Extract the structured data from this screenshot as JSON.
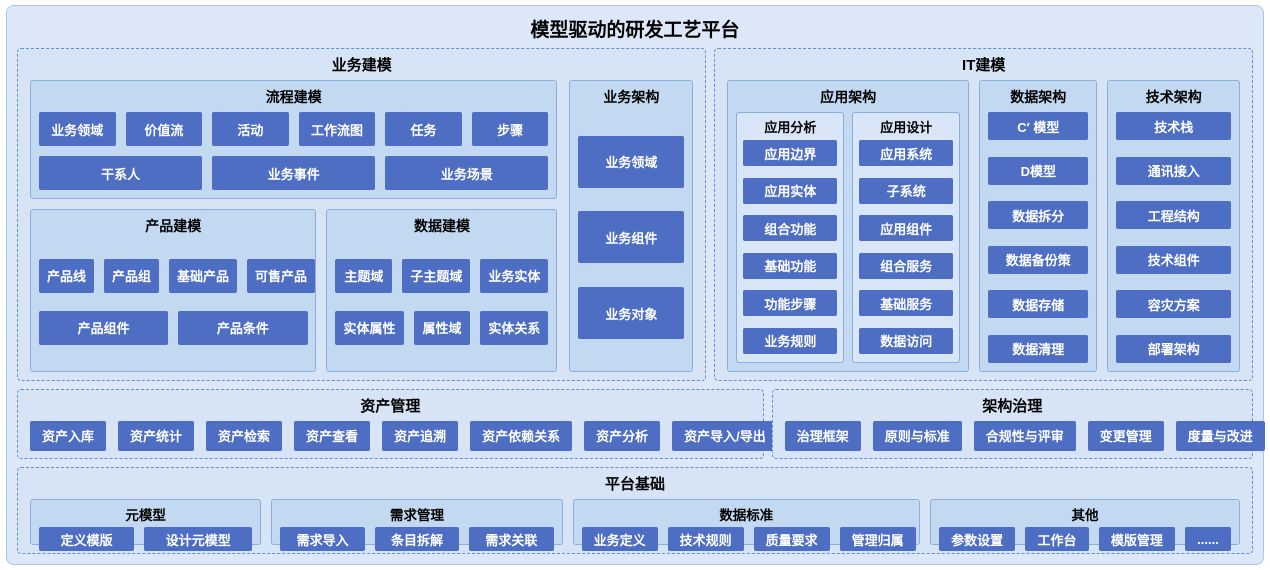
{
  "title": "模型驱动的研发工艺平台",
  "colors": {
    "page_bg": "#ffffff",
    "panel_bg": "#dce8f7",
    "panel_border": "#a9c6e8",
    "dashed_bg": "#d6e4f6",
    "dashed_border": "#5f8fd9",
    "box_bg": "#c3d9f2",
    "box_border": "#88afdf",
    "subbox_bg": "#d8e6f8",
    "button_bg": "#4d6ec2",
    "button_text": "#ffffff",
    "title_color": "#000000"
  },
  "business_modeling": {
    "title": "业务建模",
    "process": {
      "title": "流程建模",
      "row1": [
        "业务领域",
        "价值流",
        "活动",
        "工作流图",
        "任务",
        "步骤"
      ],
      "row2": [
        "干系人",
        "业务事件",
        "业务场景"
      ]
    },
    "product": {
      "title": "产品建模",
      "row1": [
        "产品线",
        "产品组",
        "基础产品",
        "可售产品"
      ],
      "row2": [
        "产品组件",
        "产品条件"
      ]
    },
    "data": {
      "title": "数据建模",
      "row1": [
        "主题域",
        "子主题域",
        "业务实体"
      ],
      "row2": [
        "实体属性",
        "属性域",
        "实体关系"
      ]
    },
    "biz_arch": {
      "title": "业务架构",
      "items": [
        "业务领域",
        "业务组件",
        "业务对象"
      ]
    }
  },
  "it_modeling": {
    "title": "IT建模",
    "app_arch": {
      "title": "应用架构",
      "analysis": {
        "title": "应用分析",
        "items": [
          "应用边界",
          "应用实体",
          "组合功能",
          "基础功能",
          "功能步骤",
          "业务规则"
        ]
      },
      "design": {
        "title": "应用设计",
        "items": [
          "应用系统",
          "子系统",
          "应用组件",
          "组合服务",
          "基础服务",
          "数据访问"
        ]
      }
    },
    "data_arch": {
      "title": "数据架构",
      "items": [
        "C′ 模型",
        "D模型",
        "数据拆分",
        "数据备份策",
        "数据存储",
        "数据清理"
      ]
    },
    "tech_arch": {
      "title": "技术架构",
      "items": [
        "技术栈",
        "通讯接入",
        "工程结构",
        "技术组件",
        "容灾方案",
        "部署架构"
      ]
    }
  },
  "asset_mgmt": {
    "title": "资产管理",
    "items": [
      "资产入库",
      "资产统计",
      "资产检索",
      "资产查看",
      "资产追溯",
      "资产依赖关系",
      "资产分析",
      "资产导入/导出"
    ]
  },
  "arch_governance": {
    "title": "架构治理",
    "items": [
      "治理框架",
      "原则与标准",
      "合规性与评审",
      "变更管理",
      "度量与改进"
    ]
  },
  "platform_base": {
    "title": "平台基础",
    "meta_model": {
      "title": "元模型",
      "items": [
        "定义模版",
        "设计元模型"
      ]
    },
    "req_mgmt": {
      "title": "需求管理",
      "items": [
        "需求导入",
        "条目拆解",
        "需求关联"
      ]
    },
    "data_std": {
      "title": "数据标准",
      "items": [
        "业务定义",
        "技术规则",
        "质量要求",
        "管理归属"
      ]
    },
    "others": {
      "title": "其他",
      "items": [
        "参数设置",
        "工作台",
        "模版管理",
        "......"
      ]
    }
  }
}
